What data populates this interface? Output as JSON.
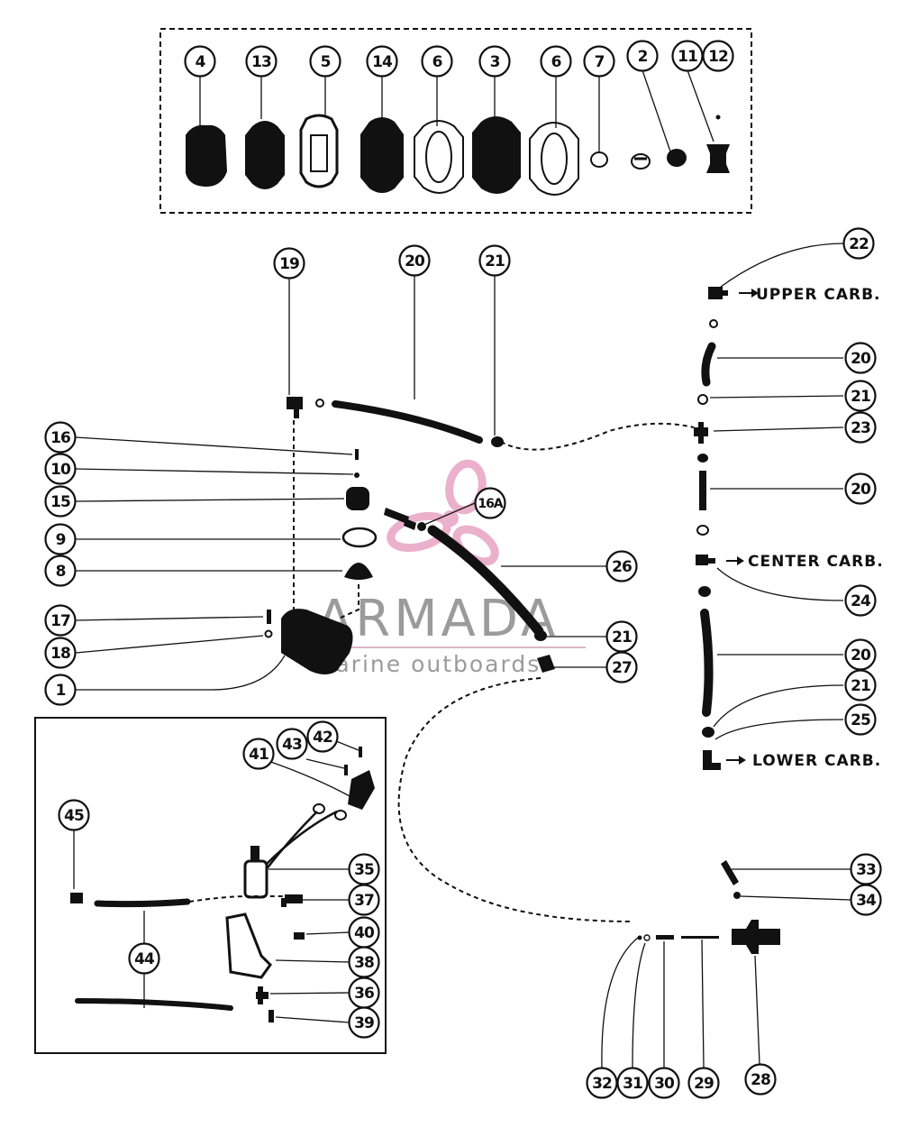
{
  "watermark": {
    "title": "ARMADA",
    "subtitle": "marine outboards",
    "logo_color": "#e9a8c6"
  },
  "carb_labels": {
    "upper": "UPPER CARB.",
    "center": "CENTER CARB.",
    "lower": "LOWER CARB."
  },
  "callouts": {
    "c1": "4",
    "c2": "13",
    "c3": "5",
    "c4": "14",
    "c5": "6",
    "c6": "3",
    "c7": "6",
    "c8": "7",
    "c9": "2",
    "c10": "11",
    "c11": "12",
    "c12": "19",
    "c13": "20",
    "c14": "21",
    "c15": "22",
    "c16": "16",
    "c17": "10",
    "c18": "15",
    "c19": "9",
    "c20": "8",
    "c21": "16A",
    "c22": "17",
    "c23": "18",
    "c24": "1",
    "c25": "20",
    "c26": "21",
    "c27": "23",
    "c28": "20",
    "c29": "24",
    "c30": "20",
    "c31": "21",
    "c32": "25",
    "c33": "26",
    "c34": "21",
    "c35": "27",
    "c36": "42",
    "c37": "43",
    "c38": "41",
    "c39": "45",
    "c40": "35",
    "c41": "37",
    "c42": "40",
    "c43": "44",
    "c44": "38",
    "c45": "36",
    "c46": "39",
    "c47": "33",
    "c48": "34",
    "c49": "32",
    "c50": "31",
    "c51": "30",
    "c52": "29",
    "c53": "28"
  }
}
